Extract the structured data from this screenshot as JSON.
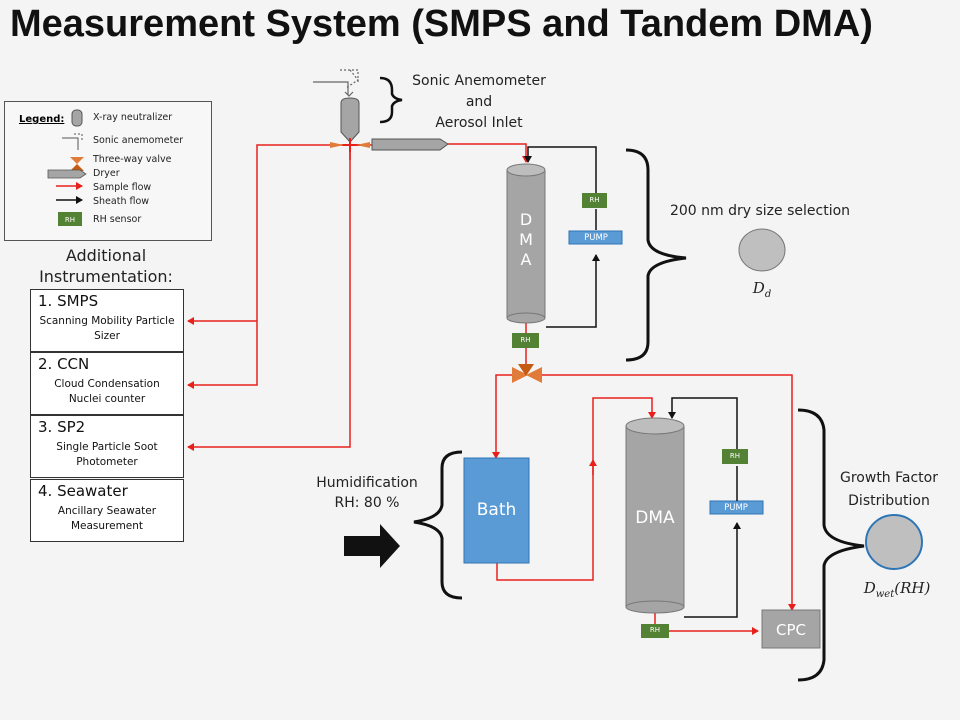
{
  "title": "Measurement System (SMPS and Tandem DMA)",
  "legend": {
    "title": "Legend:",
    "items": [
      {
        "label": "X-ray neutralizer",
        "icon": "xray-neutralizer-icon"
      },
      {
        "label": "Sonic anemometer",
        "icon": "sonic-anemometer-icon"
      },
      {
        "label": "Three-way valve",
        "icon": "three-way-valve-icon"
      },
      {
        "label": "Dryer",
        "icon": "dryer-icon"
      },
      {
        "label": "Sample flow",
        "icon": "red-arrow-icon"
      },
      {
        "label": "Sheath flow",
        "icon": "black-arrow-icon"
      },
      {
        "label": "RH sensor",
        "icon": "rh-sensor-icon"
      }
    ],
    "rh_tag": "RH"
  },
  "sonic_label": "Sonic Anemometer\nand\nAerosol Inlet",
  "additional_title": "Additional\nInstrumentation:",
  "instruments": [
    {
      "name": "1. SMPS",
      "desc": "Scanning Mobility Particle\nSizer"
    },
    {
      "name": "2. CCN",
      "desc": "Cloud Condensation\nNuclei counter"
    },
    {
      "name": "3. SP2",
      "desc": "Single Particle Soot\nPhotometer"
    },
    {
      "name": "4. Seawater",
      "desc": "Ancillary Seawater\nMeasurement"
    }
  ],
  "dma1_label": "D\nM\nA",
  "dma2_label": "DMA",
  "pump_label": "PUMP",
  "rh_label": "RH",
  "bath_label": "Bath",
  "cpc_label": "CPC",
  "dry_size_label": "200 nm dry size selection",
  "dd_symbol": "D",
  "dd_sub": "d",
  "humid_label": "Humidification\nRH: 80 %",
  "growth_label": "Growth Factor\nDistribution",
  "dwet_symbol": "D",
  "dwet_sub": "wet",
  "dwet_arg": "(RH)",
  "colors": {
    "sample_flow": "#e8201c",
    "sheath_flow": "#111111",
    "rh_sensor": "#548235",
    "pump": "#5b9bd5",
    "bath": "#5b9bd5",
    "dma": "#a5a5a5",
    "valve": "#c55a11",
    "particle": "#bfbfbf",
    "particle_wet_border": "#2e75b6"
  }
}
